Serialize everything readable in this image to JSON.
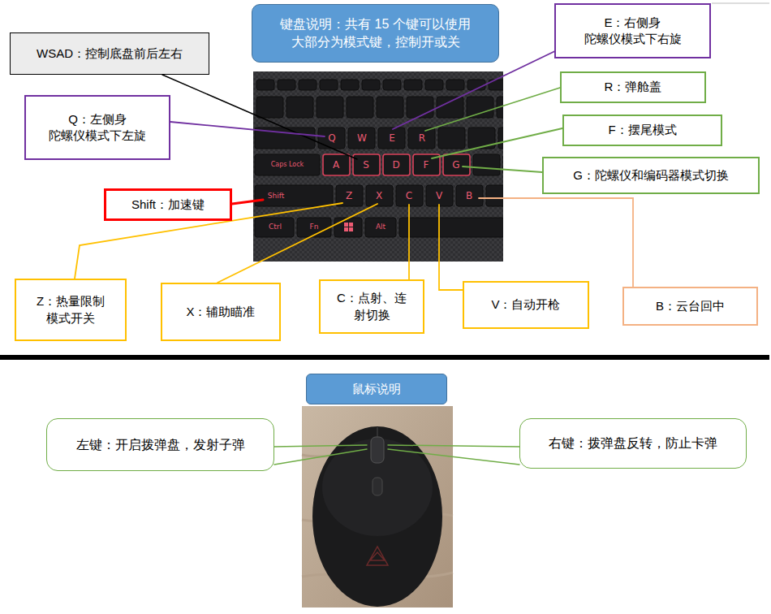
{
  "diagram": {
    "nodes": [
      {
        "text": [
          "键盘说明：共有 15 个键可以使用 大部分为模式键，控制开或关"
        ]
      },
      {
        "text": [
          "E：右侧身 陀螺仪模式下右旋"
        ]
      },
      {
        "text": [
          "WSAD：控制底盘前后左右"
        ]
      },
      {
        "text": [
          "R：弹舱盖"
        ]
      },
      {
        "text": [
          "Q：左侧身 陀螺仪模式下左旋"
        ]
      },
      {
        "text": [
          "F：摆尾模式"
        ]
      },
      {
        "text": [
          "G：陀螺仪和编码器模式切换"
        ]
      },
      {
        "text": [
          "Shift：加速键"
        ]
      },
      {
        "text": [
          "Z：热量限制 模式开关"
        ]
      },
      {
        "text": [
          "X：辅助瞄准"
        ]
      },
      {
        "text": [
          "C：点射、连 射切换"
        ]
      },
      {
        "text": [
          "V：自动开枪"
        ]
      },
      {
        "text": [
          "B：云台回中"
        ]
      },
      {
        "text": [
          "鼠标说明"
        ]
      },
      {
        "text": [
          "左键：开启拨弹盘，发射子弹"
        ]
      },
      {
        "text": [
          "右键：拨弹盘反转，防止卡弹"
        ]
      }
    ],
    "labels": [
      "Q",
      "W",
      "E",
      "R",
      "Caps Lock",
      "A",
      "S",
      "D",
      "F",
      "G",
      "Shift",
      "Z",
      "X",
      "C",
      "V",
      "B",
      "Ctrl",
      "Fn",
      "Alt"
    ]
  }
}
